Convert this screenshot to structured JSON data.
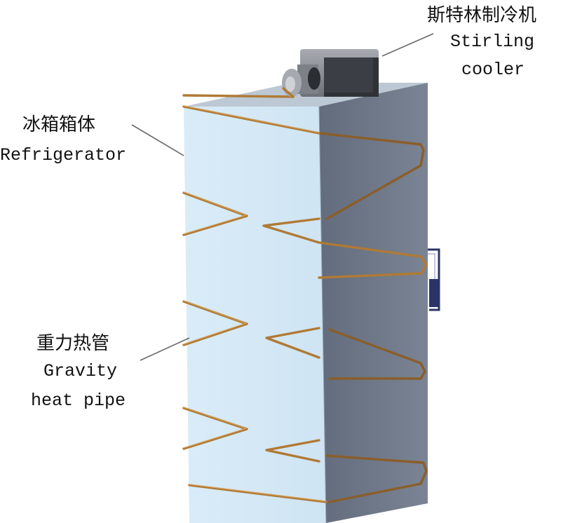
{
  "labels": {
    "cooler": {
      "zh": "斯特林制冷机",
      "en_line1": "Stirling",
      "en_line2": "cooler"
    },
    "refrigerator": {
      "zh": "冰箱箱体",
      "en": "Refrigerator"
    },
    "heat_pipe": {
      "zh": "重力热管",
      "en_line1": "Gravity",
      "en_line2": "heat pipe"
    }
  },
  "colors": {
    "front_face": "#d7ebf7",
    "side_face": "#6b7585",
    "top_face": "#bcc8d4",
    "pipe": "#b07a35",
    "cooler_body": "#8c9096",
    "bracket": "#2b3466"
  }
}
